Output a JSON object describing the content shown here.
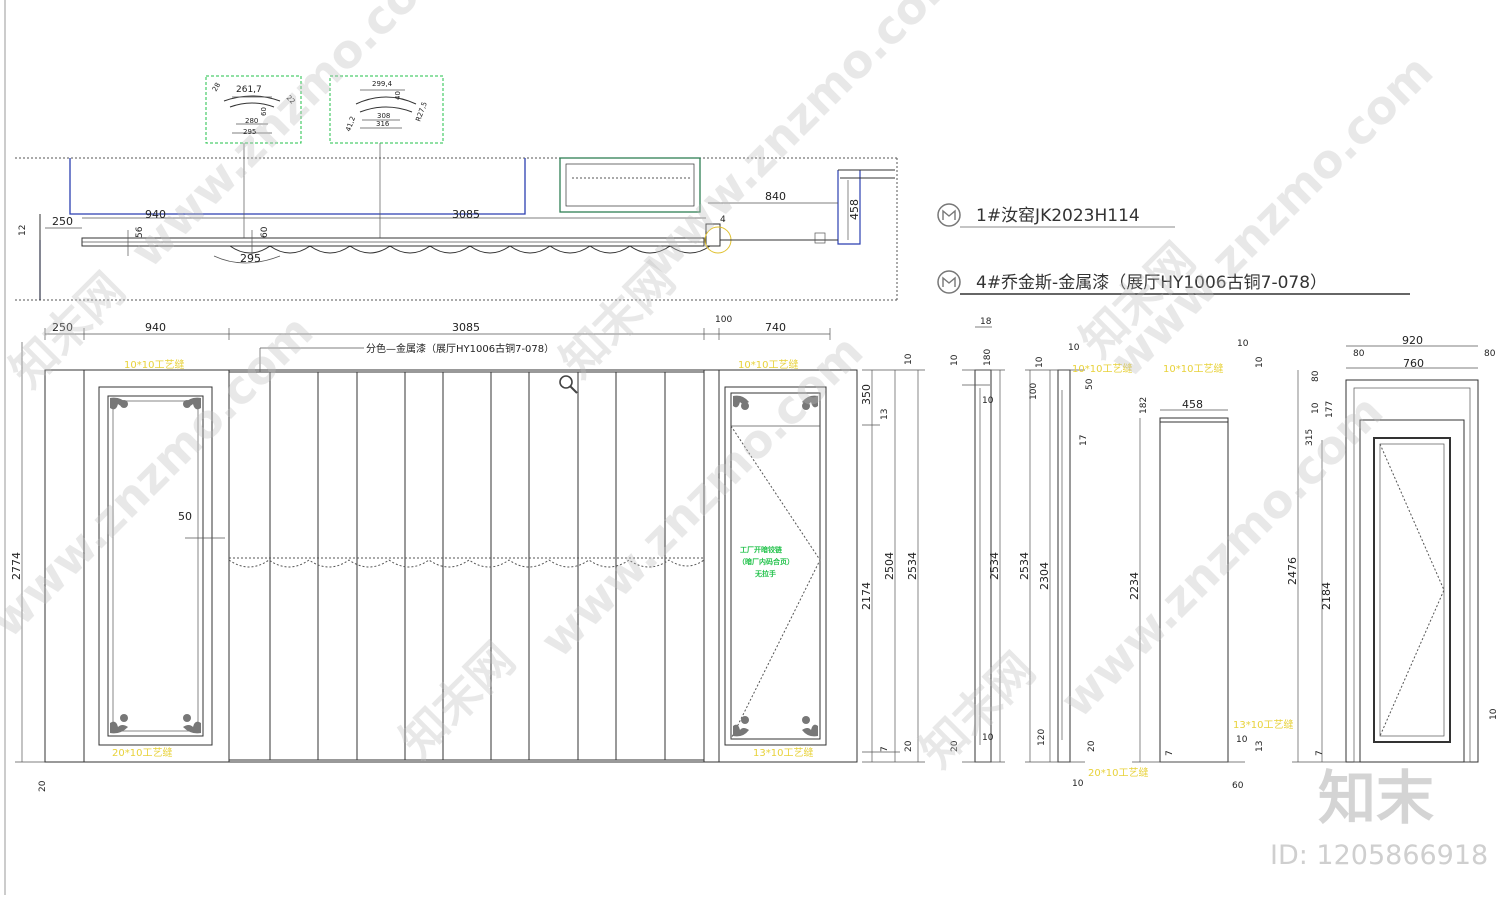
{
  "legend": {
    "item1": "1#汝窑JK2023H114",
    "item2": "4#乔金斯-金属漆（展厅HY1006古铜7-078）"
  },
  "plan": {
    "dims": {
      "d250": "250",
      "d940": "940",
      "d3085": "3085",
      "d840": "840",
      "d458": "458",
      "d56": "56",
      "d60": "60",
      "d4": "4",
      "d295": "295",
      "d12": "12"
    },
    "details": {
      "a_top": "261,7",
      "a_280": "280",
      "a_295": "295",
      "a_60": "60",
      "a_28": "28",
      "a_22": "22",
      "b_top": "299,4",
      "b_308": "308",
      "b_316": "316",
      "b_40": "40",
      "b_r275": "R27,5",
      "b_412": "41,2"
    }
  },
  "elevation": {
    "dims": {
      "d250": "250",
      "d940": "940",
      "d3085": "3085",
      "d100": "100",
      "d740": "740",
      "d50": "50",
      "d20": "20",
      "dleft": "2774",
      "d350": "350",
      "d13": "13",
      "d10": "10",
      "d2174": "2174",
      "d2504": "2504",
      "d2534": "2534",
      "d7": "7",
      "d20r": "20"
    },
    "note_metal": "分色—金属漆（展厅HY1006古铜7-078）",
    "craft_top_left": "10*10工艺缝",
    "craft_top_right": "10*10工艺缝",
    "craft_bottom_left": "20*10工艺缝",
    "craft_bottom_right": "13*10工艺缝",
    "green_note_1": "工厂开暗铰链",
    "green_note_2": "（暗厂内码合页）",
    "green_note_3": "无拉手"
  },
  "sections": {
    "s1": {
      "d18": "18",
      "d180": "180",
      "d10a": "10",
      "d10b": "10",
      "d2534": "2534",
      "d20": "20",
      "d10c": "10"
    },
    "s2": {
      "d10a": "10",
      "d10b": "10",
      "d100": "100",
      "d50": "50",
      "d17": "17",
      "d2534": "2534",
      "d2304": "2304",
      "d120": "120",
      "d20": "20",
      "d10c": "10",
      "craft_top": "10*10工艺缝",
      "craft_bottom": "20*10工艺缝"
    },
    "s3": {
      "d10a": "10",
      "d10b": "10",
      "d182": "182",
      "d458": "458",
      "d2234": "2234",
      "d7": "7",
      "d10c": "10",
      "d13": "13",
      "d60": "60",
      "craft_top": "10*10工艺缝",
      "craft_bottom": "13*10工艺缝"
    },
    "s4": {
      "d920": "920",
      "d80a": "80",
      "d760": "760",
      "d80b": "80",
      "d80c": "80",
      "d10": "10",
      "d177": "177",
      "d315": "315",
      "d2476": "2476",
      "d2184": "2184",
      "d7": "7",
      "d10b": "10"
    }
  },
  "watermark": {
    "site": "www.znzmo.com",
    "brand": "知末网",
    "logo": "知末",
    "id": "ID: 1205866918"
  }
}
